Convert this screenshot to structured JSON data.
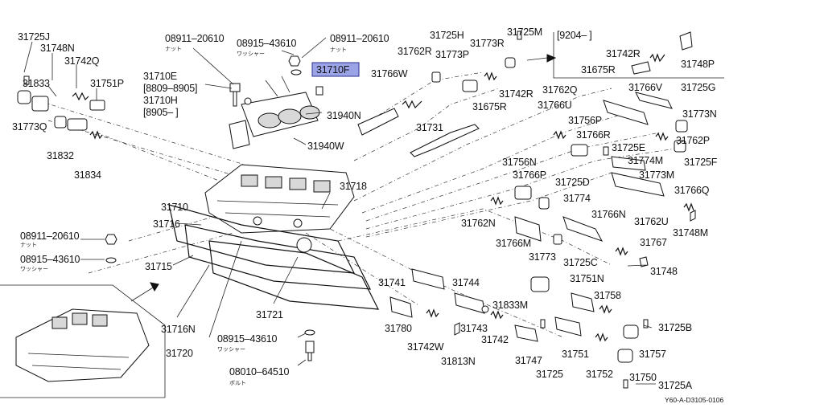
{
  "diagram": {
    "highlight_label": "31710F",
    "reference_code": "Y60-A-D3105-0106",
    "labels": {
      "l_31725J": "31725J",
      "l_31748N_top": "31748N",
      "l_31742Q": "31742Q",
      "l_31833": "31833",
      "l_31751P": "31751P",
      "l_31773Q": "31773Q",
      "l_31832": "31832",
      "l_31834": "31834",
      "l_08911_20610_a": "08911–20610",
      "l_08915_43610_a": "08915–43610",
      "l_08911_20610_b": "08911–20610",
      "l_31710E": "31710E",
      "l_8809_8905": "[8809–8905]",
      "l_31710H": "31710H",
      "l_8905": "[8905–      ]",
      "l_31940N": "31940N",
      "l_31940W": "31940W",
      "l_31725H": "31725H",
      "l_31725M": "31725M",
      "l_31773R": "31773R",
      "l_31762R": "31762R",
      "l_31773P": "31773P",
      "l_31766W": "31766W",
      "l_9204": "[9204–      ]",
      "l_31742R_box": "31742R",
      "l_31675R_box": "31675R",
      "l_31748P": "31748P",
      "l_31742R": "31742R",
      "l_31675R": "31675R",
      "l_31762Q": "31762Q",
      "l_31766V": "31766V",
      "l_31725G": "31725G",
      "l_31766U": "31766U",
      "l_31773N": "31773N",
      "l_31731": "31731",
      "l_31756P": "31756P",
      "l_31766R": "31766R",
      "l_31762P": "31762P",
      "l_31725E": "31725E",
      "l_31774M": "31774M",
      "l_31725F": "31725F",
      "l_31773M": "31773M",
      "l_31756N": "31756N",
      "l_31766P": "31766P",
      "l_31725D": "31725D",
      "l_31766Q": "31766Q",
      "l_31774": "31774",
      "l_31762U": "31762U",
      "l_31748M": "31748M",
      "l_31766N": "31766N",
      "l_31718": "31718",
      "l_31762N": "31762N",
      "l_31766M": "31766M",
      "l_31767": "31767",
      "l_31773": "31773",
      "l_31725C": "31725C",
      "l_31748": "31748",
      "l_31710": "31710",
      "l_31716": "31716",
      "l_08911_20610_c": "08911–20610",
      "l_08915_43610_c": "08915–43610",
      "l_31715": "31715",
      "l_31741": "31741",
      "l_31744": "31744",
      "l_31751N": "31751N",
      "l_31833M": "31833M",
      "l_31758": "31758",
      "l_31725B": "31725B",
      "l_31716N": "31716N",
      "l_31720": "31720",
      "l_31721": "31721",
      "l_31780": "31780",
      "l_31743": "31743",
      "l_31742": "31742",
      "l_31742W": "31742W",
      "l_31813N": "31813N",
      "l_31747": "31747",
      "l_31751": "31751",
      "l_31757": "31757",
      "l_31725": "31725",
      "l_31752": "31752",
      "l_31750": "31750",
      "l_31725A": "31725A",
      "l_08915_43610_d": "08915–43610",
      "l_08010_64510": "08010–64510"
    },
    "japanese": {
      "nut_a": "ナット",
      "washer_a": "ワッシャー",
      "nut_b": "ナット",
      "nut_c": "ナット",
      "washer_c": "ワッシャー",
      "washer_d": "ワッシャー",
      "bolt_d": "ボルト"
    }
  }
}
